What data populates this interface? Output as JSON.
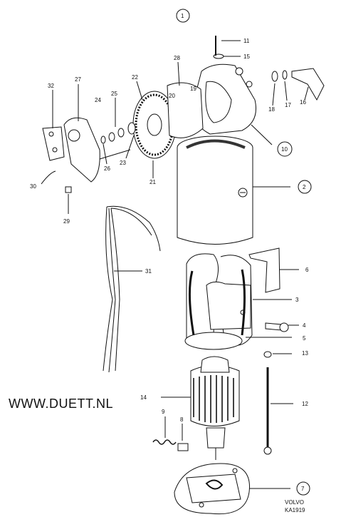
{
  "website": "WWW.DUETT.NL",
  "brand": "VOLVO",
  "code": "KA1919",
  "labels": {
    "p1": "1",
    "p2": "2",
    "p3": "3",
    "p4": "4",
    "p5": "5",
    "p6": "6",
    "p7": "7",
    "p8": "8",
    "p9": "9",
    "p10": "10",
    "p11": "11",
    "p12": "12",
    "p13": "13",
    "p14": "14",
    "p15": "15",
    "p16": "16",
    "p17": "17",
    "p18": "18",
    "p19": "19",
    "p20": "20",
    "p21": "21",
    "p22": "22",
    "p23": "23",
    "p24": "24",
    "p25": "25",
    "p26": "26",
    "p27": "27",
    "p28": "28",
    "p29": "29",
    "p30": "30",
    "p31": "31",
    "p32": "32"
  }
}
